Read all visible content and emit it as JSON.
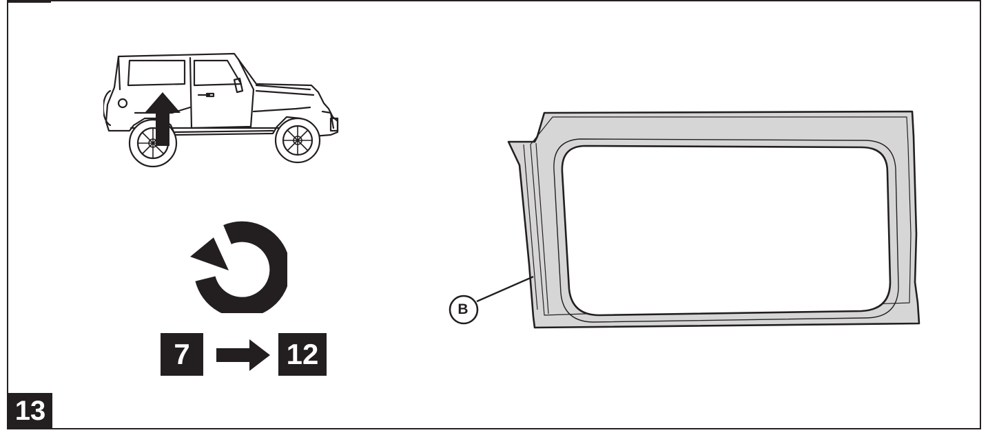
{
  "step": {
    "number": "13"
  },
  "sequence": {
    "from": "7",
    "to": "12"
  },
  "callout": {
    "label": "B"
  },
  "icons": {
    "vehicle": "jeep-side-view-icon",
    "location_arrow": "up-arrow-icon",
    "rotate": "counterclockwise-rotate-icon",
    "sequence_arrow": "right-arrow-icon",
    "part": "side-window-panel-icon"
  },
  "colors": {
    "ink": "#231f20",
    "panel_fill": "#d6d6d6",
    "background": "#ffffff"
  }
}
